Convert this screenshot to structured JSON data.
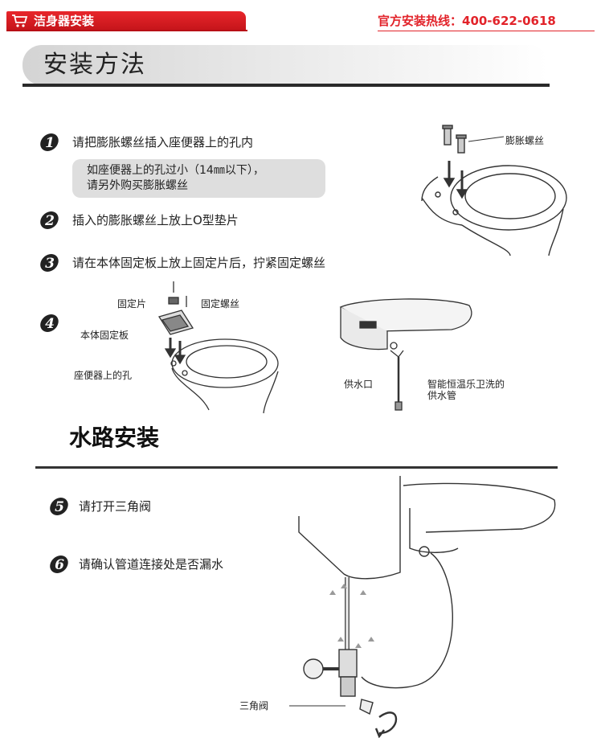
{
  "header": {
    "title": "洁身器安装",
    "hotline": "官方安装热线：400-622-0618"
  },
  "install_section": {
    "title": "安装方法"
  },
  "steps": [
    {
      "num": "1",
      "text": "请把膨胀螺丝插入座便器上的孔内"
    },
    {
      "num": "2",
      "text": "插入的膨胀螺丝上放上O型垫片"
    },
    {
      "num": "3",
      "text": "请在本体固定板上放上固定片后，拧紧固定螺丝"
    },
    {
      "num": "4",
      "text": ""
    }
  ],
  "note": {
    "line1": "如座便器上的孔过小（14㎜以下），",
    "line2": "请另外购买膨胀螺丝"
  },
  "figure_labels": {
    "expansion_screw": "膨胀螺丝",
    "fixing_piece": "固定片",
    "fixing_screw": "固定螺丝",
    "body_plate": "本体固定板",
    "toilet_hole": "座便器上的孔",
    "water_inlet": "供水口",
    "supply_pipe_line1": "智能恒温乐卫洗的",
    "supply_pipe_line2": "供水管",
    "triangle_valve": "三角阀"
  },
  "water_section": {
    "title": "水路安装",
    "steps": [
      {
        "num": "5",
        "text": "请打开三角阀"
      },
      {
        "num": "6",
        "text": "请确认管道连接处是否漏水"
      }
    ]
  }
}
